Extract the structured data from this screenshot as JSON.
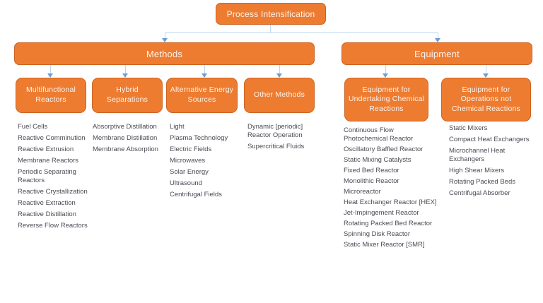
{
  "diagram": {
    "root": "Process Intensification",
    "level2": [
      {
        "label": "Methods"
      },
      {
        "label": "Equipment"
      }
    ],
    "groups": [
      {
        "label": "Multifunctional Reactors",
        "items": [
          "Fuel Cells",
          "Reactive Comminution",
          "Reactive Extrusion",
          "Membrane Reactors",
          "Periodic Separating Reactors",
          "Reactive Crystallization",
          "Reactive Extraction",
          "Reactive Distillation",
          "Reverse Flow Reactors"
        ]
      },
      {
        "label": "Hybrid Separations",
        "items": [
          "Absorptive Distillation",
          "Membrane Distillation",
          "Membrane Absorption"
        ]
      },
      {
        "label": "Alternative Energy Sources",
        "items": [
          "Light",
          "Plasma Technology",
          "Electric Fields",
          "Microwaves",
          "Solar Energy",
          "Ultrasound",
          "Centrifugal Fields"
        ]
      },
      {
        "label": "Other Methods",
        "items": [
          "Dynamic [periodic] Reactor Operation",
          "Supercritical Fluids"
        ]
      },
      {
        "label": "Equipment for Undertaking Chemical Reactions",
        "items": [
          "Continuous Flow Photochemical Reactor",
          "Oscillatory Baffled Reactor",
          "Static Mixing Catalysts",
          "Fixed Bed Reactor",
          "Monolithic Reactor",
          "Microreactor",
          "Heat Exchanger Reactor [HEX]",
          "Jet-Impingement Reactor",
          "Rotating Packed Bed Reactor",
          "Spinning Disk Reactor",
          "Static Mixer Reactor [SMR]"
        ]
      },
      {
        "label": "Equipment for Operations not Chemical Reactions",
        "items": [
          "Static Mixers",
          "Compact Heat Exchangers",
          "Microchannel Heat Exchangers",
          "High Shear Mixers",
          "Rotating Packed Beds",
          "Centrifugal Absorber"
        ]
      }
    ]
  },
  "colors": {
    "box_fill": "#ED7C31",
    "box_border": "#CD6321",
    "box_text": "#FCF3EC",
    "connector_line": "#BDD7EE",
    "arrowhead": "#6C9FD3",
    "list_text": "#4A4A55"
  }
}
